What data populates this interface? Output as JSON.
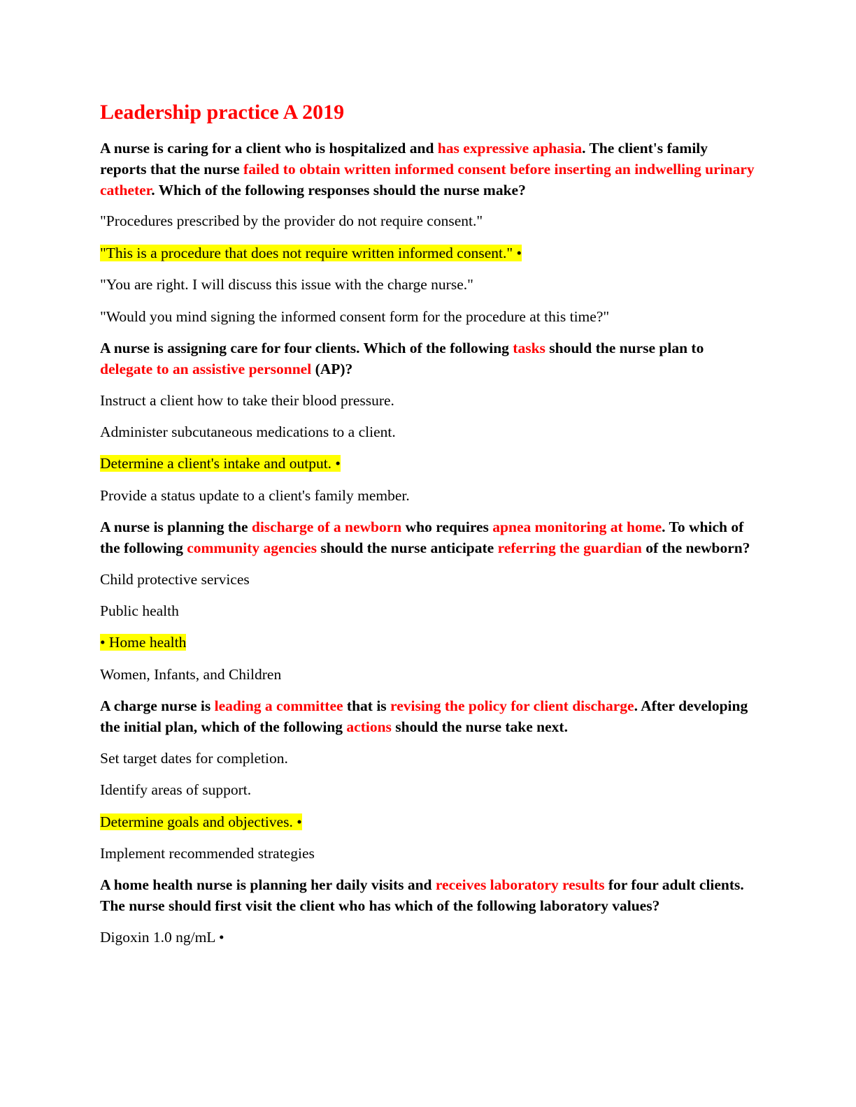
{
  "title": "Leadership practice A 2019",
  "questions": [
    {
      "segments": [
        {
          "t": "A nurse is caring for a client who is hospitalized and ",
          "hl": false
        },
        {
          "t": "has expressive aphasia",
          "hl": true
        },
        {
          "t": ". The client's family reports that the nurse ",
          "hl": false
        },
        {
          "t": "failed to obtain written informed consent before inserting an indwelling urinary catheter",
          "hl": true
        },
        {
          "t": ". Which of the following responses should the nurse make?",
          "hl": false
        }
      ],
      "options": [
        {
          "text": "\"Procedures prescribed by the provider do not require consent.\"",
          "correct": false
        },
        {
          "text": "\"This is a procedure that does not require written informed consent.\" •",
          "correct": true
        },
        {
          "text": "\"You are right. I will discuss this issue with the charge nurse.\"",
          "correct": false
        },
        {
          "text": "\"Would you mind signing the informed consent form for the procedure at this time?\"",
          "correct": false
        }
      ]
    },
    {
      "segments": [
        {
          "t": "A nurse is assigning care for four clients. Which of the following ",
          "hl": false
        },
        {
          "t": "tasks",
          "hl": true
        },
        {
          "t": " should the nurse plan to ",
          "hl": false
        },
        {
          "t": "delegate to an assistive personnel",
          "hl": true
        },
        {
          "t": " (AP)?",
          "hl": false
        }
      ],
      "options": [
        {
          "text": "Instruct a client how to take their blood pressure.",
          "correct": false
        },
        {
          "text": "Administer subcutaneous medications to a client.",
          "correct": false
        },
        {
          "text": "Determine a client's intake and output. •",
          "correct": true
        },
        {
          "text": "Provide a status update to a client's family member.",
          "correct": false
        }
      ]
    },
    {
      "segments": [
        {
          "t": "A nurse is planning the ",
          "hl": false
        },
        {
          "t": "discharge of a newborn",
          "hl": true
        },
        {
          "t": " who requires ",
          "hl": false
        },
        {
          "t": "apnea monitoring at home",
          "hl": true
        },
        {
          "t": ". To which of the following ",
          "hl": false
        },
        {
          "t": "community agencies",
          "hl": true
        },
        {
          "t": " should the nurse anticipate ",
          "hl": false
        },
        {
          "t": "referring the guardian",
          "hl": true
        },
        {
          "t": " of the newborn?",
          "hl": false
        }
      ],
      "options": [
        {
          "text": "Child protective services",
          "correct": false
        },
        {
          "text": "Public health",
          "correct": false
        },
        {
          "text": "• Home health",
          "correct": true
        },
        {
          "text": "Women, Infants, and Children",
          "correct": false
        }
      ]
    },
    {
      "segments": [
        {
          "t": "A charge nurse is ",
          "hl": false
        },
        {
          "t": "leading a committee",
          "hl": true
        },
        {
          "t": " that is ",
          "hl": false
        },
        {
          "t": "revising the policy for client discharge",
          "hl": true
        },
        {
          "t": ". After developing the initial plan, which of the following ",
          "hl": false
        },
        {
          "t": "actions",
          "hl": true
        },
        {
          "t": " should the nurse take next.",
          "hl": false
        }
      ],
      "options": [
        {
          "text": "Set target dates for completion.",
          "correct": false
        },
        {
          "text": "Identify areas of support.",
          "correct": false
        },
        {
          "text": "Determine goals and objectives. •",
          "correct": true
        },
        {
          "text": "Implement recommended strategies",
          "correct": false
        }
      ]
    },
    {
      "segments": [
        {
          "t": "A home health nurse is planning her daily visits and ",
          "hl": false
        },
        {
          "t": "receives laboratory results",
          "hl": true
        },
        {
          "t": " for four adult clients. The nurse should first visit the client who has which of the following laboratory values?",
          "hl": false
        }
      ],
      "options": [
        {
          "text": "Digoxin 1.0 ng/mL •",
          "correct": false
        }
      ]
    }
  ],
  "colors": {
    "title": "#ff0000",
    "keyword": "#ff0000",
    "answer_highlight": "#ffff00"
  }
}
